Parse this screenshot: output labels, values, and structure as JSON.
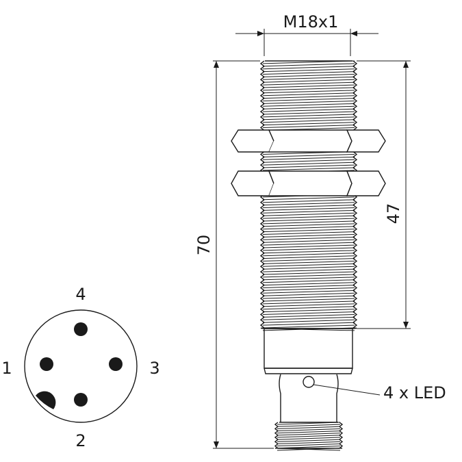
{
  "dimensions": {
    "thread": "M18x1",
    "total_length": "70",
    "thread_length": "47"
  },
  "callout": {
    "led": "4 x LED"
  },
  "pinout": {
    "pin_top": "4",
    "pin_left": "1",
    "pin_right": "3",
    "pin_bottom": "2"
  },
  "colors": {
    "line": "#1a1a1a",
    "background": "#ffffff"
  }
}
